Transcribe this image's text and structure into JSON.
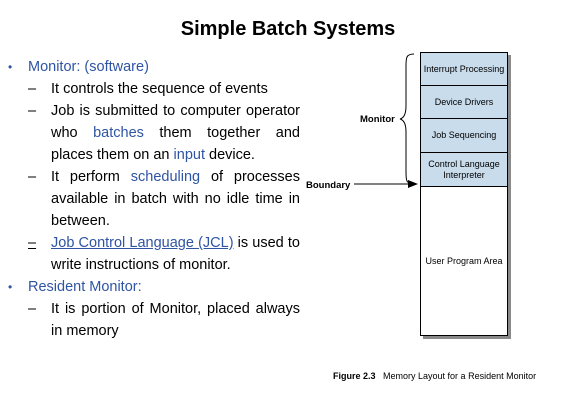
{
  "slide": {
    "title": "Simple Batch Systems",
    "b1": {
      "pre": "Monitor: (",
      "link": "software",
      "post": ")"
    },
    "b2": "It controls the sequence of events",
    "b3": {
      "pre": "Job is submitted to computer operator who ",
      "link1": "batches",
      "mid": " them together and places them on an ",
      "link2": "input",
      "post": " device."
    },
    "b4": {
      "pre": "It perform ",
      "link": "scheduling",
      "post": " of processes available in batch with no idle time in between."
    },
    "b5": {
      "link": "Job Control Language (JCL)",
      "post": " is used to write instructions of monitor."
    },
    "b6": "Resident Monitor:",
    "b7": "It is portion of Monitor, placed always in memory"
  },
  "figure": {
    "cells": [
      "Interrupt Processing",
      "Device Drivers",
      "Job Sequencing",
      "Control Language Interpreter",
      "User Program Area"
    ],
    "monitor_label": "Monitor",
    "boundary_label": "Boundary",
    "caption_num": "Figure 2.3",
    "caption_text": "Memory Layout for a Resident Monitor"
  },
  "colors": {
    "link": "#2e54a4",
    "cell_fill": "#c8dcec"
  }
}
